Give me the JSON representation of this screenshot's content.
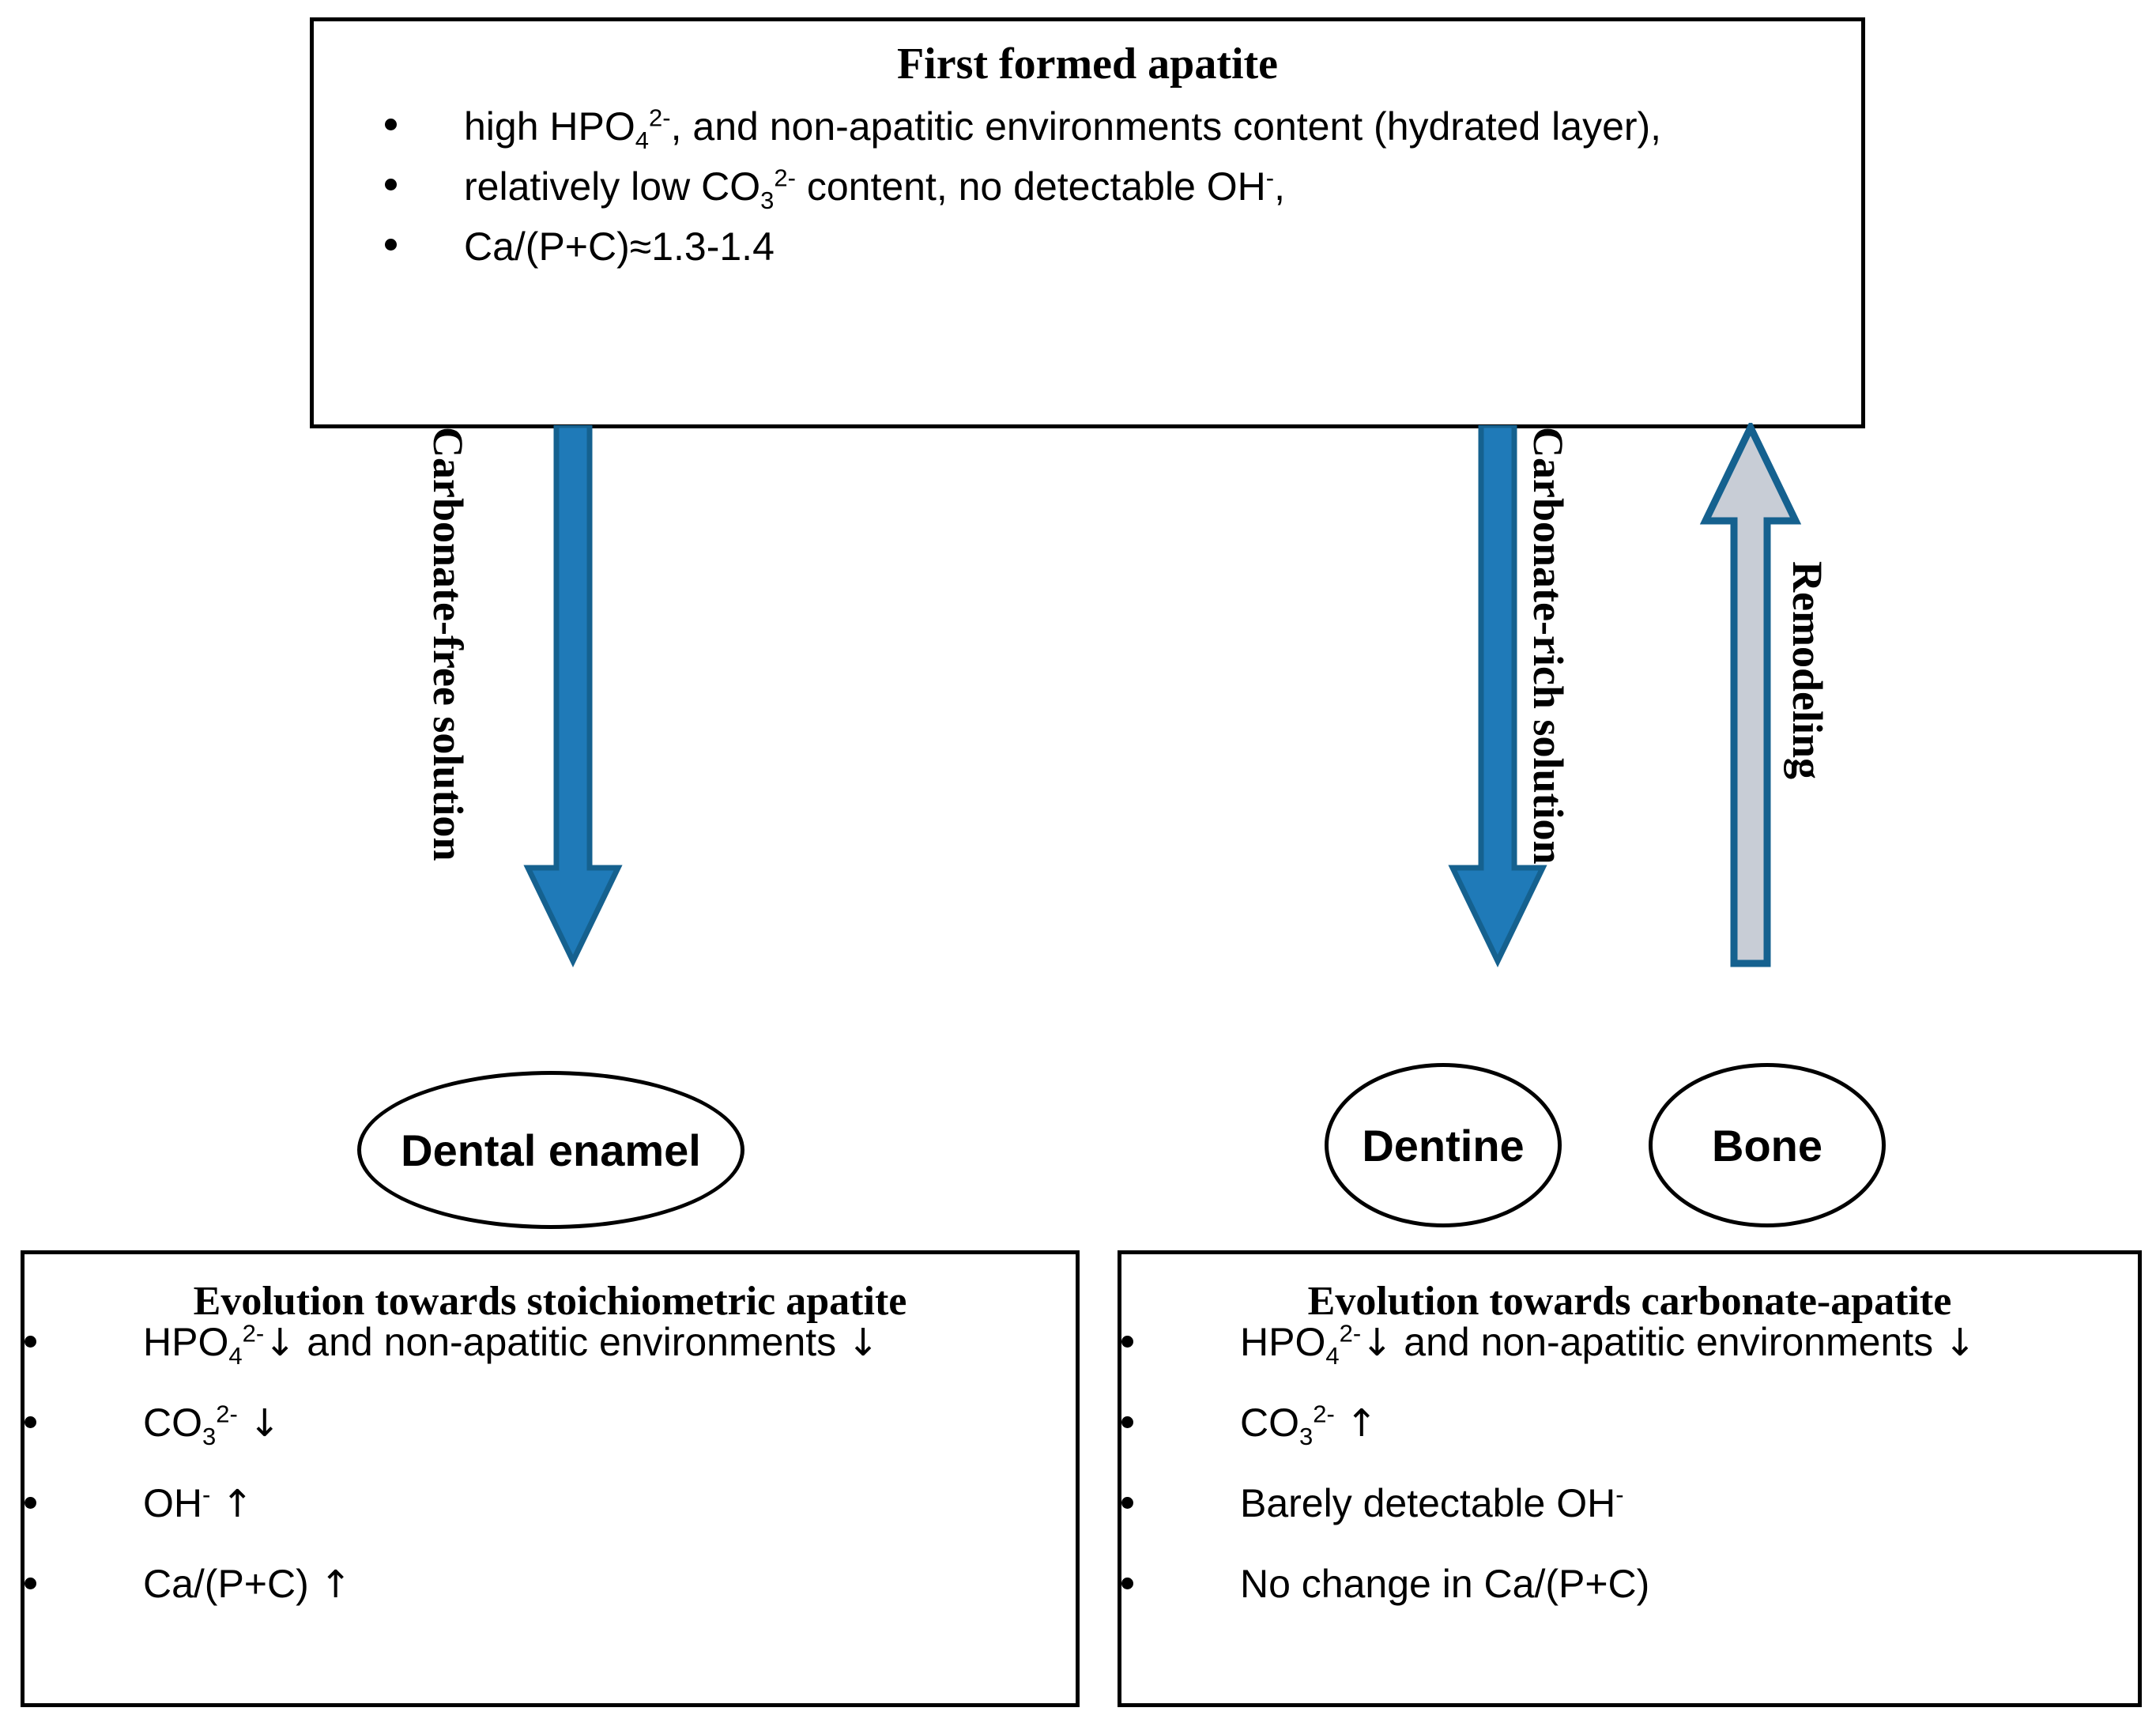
{
  "colors": {
    "arrow_blue_fill": "#1f7ab8",
    "arrow_blue_stroke": "#15618f",
    "arrow_gray_fill": "#c8cdd6",
    "outline_black": "#000000",
    "background": "#ffffff"
  },
  "top_box": {
    "title": "First formed apatite",
    "bullets": [
      {
        "prefix": "high HPO",
        "sub": "4",
        "sup": "2-",
        "suffix": ", and non-apatitic environments content (hydrated layer),"
      },
      {
        "prefix": "relatively low CO",
        "sub": "3",
        "sup": "2-",
        "suffix": " content, no detectable OH",
        "tail_sup": "-",
        "tail": ","
      },
      {
        "plain": "Ca/(P+C)≈1.3-1.4"
      }
    ]
  },
  "pathways": [
    {
      "id": "carbonate-free",
      "label": "Carbonate-free solution",
      "arrow_direction": "down",
      "arrow_style": "blue",
      "target": "Dental enamel"
    },
    {
      "id": "carbonate-rich",
      "label": "Carbonate-rich solution",
      "arrow_direction": "down",
      "arrow_style": "blue",
      "target": "Dentine"
    },
    {
      "id": "remodeling",
      "label": "Remodeling",
      "arrow_direction": "up",
      "arrow_style": "gray",
      "target": "Bone"
    }
  ],
  "tissues": {
    "enamel": "Dental enamel",
    "dentine": "Dentine",
    "bone": "Bone"
  },
  "bottom_left_box": {
    "title": "Evolution towards stoichiometric apatite",
    "bullets": [
      {
        "prefix": "HPO",
        "sub": "4",
        "sup": "2-",
        "arrow": "↓",
        "suffix": " and non-apatitic environments ",
        "tail_arrow": "↓"
      },
      {
        "prefix": "CO",
        "sub": "3",
        "sup": "2-",
        "arrow": "↓",
        "suffix": ""
      },
      {
        "prefix": "OH",
        "sup": "-",
        "arrow": "↑",
        "suffix": ""
      },
      {
        "plain": "Ca/(P+C)",
        "arrow": "↑"
      }
    ]
  },
  "bottom_right_box": {
    "title": "Evolution towards carbonate-apatite",
    "bullets": [
      {
        "prefix": "HPO",
        "sub": "4",
        "sup": "2-",
        "arrow": "↓",
        "suffix": " and non-apatitic environments ",
        "tail_arrow": "↓"
      },
      {
        "prefix": "CO",
        "sub": "3",
        "sup": "2-",
        "arrow": "↑",
        "suffix": ""
      },
      {
        "prefix": "Barely detectable OH",
        "sup": "-",
        "suffix": ""
      },
      {
        "plain": "No change in Ca/(P+C)"
      }
    ]
  }
}
